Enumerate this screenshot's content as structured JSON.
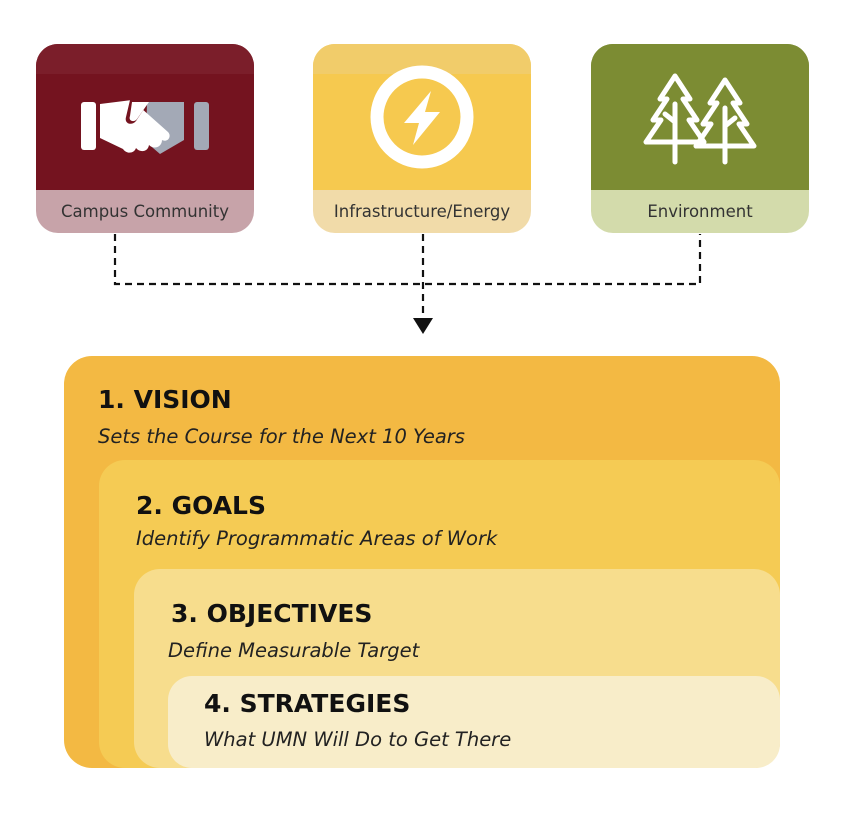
{
  "categories": [
    {
      "label": "Campus Community",
      "icon": "handshake-icon",
      "color": "#74131f"
    },
    {
      "label": "Infrastructure/Energy",
      "icon": "lightning-bolt-icon",
      "color": "#f6c94f"
    },
    {
      "label": "Environment",
      "icon": "pine-trees-icon",
      "color": "#7c8c33"
    }
  ],
  "levels": [
    {
      "title": "1. VISION",
      "subtitle": "Sets the Course for the Next 10 Years",
      "color": "#f3b943"
    },
    {
      "title": "2. GOALS",
      "subtitle": "Identify Programmatic Areas of Work",
      "color": "#f5cb54"
    },
    {
      "title": "3. OBJECTIVES",
      "subtitle": "Define Measurable Target",
      "color": "#f7dd8d"
    },
    {
      "title": "4. STRATEGIES",
      "subtitle": "What UMN Will Do to Get There",
      "color": "#f8edc9"
    }
  ]
}
